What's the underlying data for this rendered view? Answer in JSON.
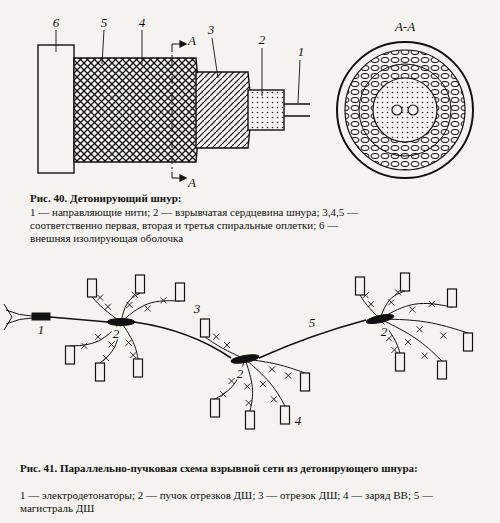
{
  "diagram": {
    "labels": [
      "6",
      "5",
      "4",
      "3",
      "2",
      "1",
      "А",
      "А-А",
      "А",
      "Рис. 40. Детонирующий шнур:",
      "1 — направляющие нити; 2 — взрывчатая сердцевина шнура; 3,4,5 — соответственно первая, вторая и третья спиральные оплетки; 6 — внешняя изолирующая оболочка",
      "1",
      "2",
      "3",
      "2",
      "4",
      "5",
      "2",
      "Рис. 41. Параллельно-пучковая схема взрывной сети из детонирующего шнура:",
      "1 — электродетонаторы; 2 — пучок отрезков ДШ; 3 — отрезок ДШ; 4 — заряд ВВ; 5 — магистраль ДШ"
    ]
  }
}
